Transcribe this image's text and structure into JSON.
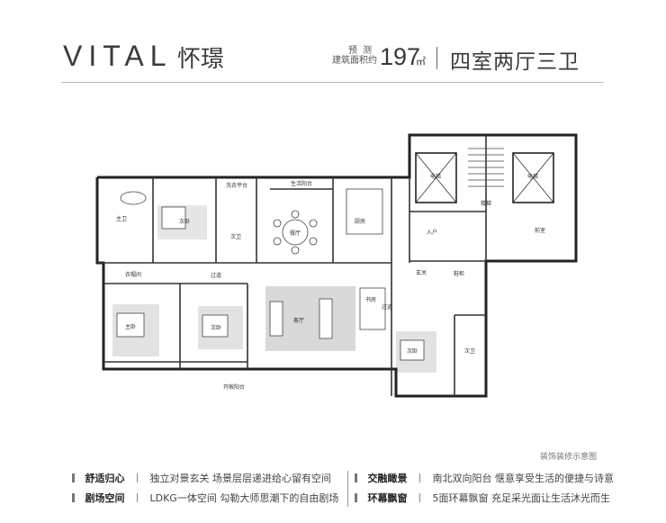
{
  "header": {
    "brand": "VITAL",
    "brand_cn": "怀璟",
    "area_label_line1": "预测",
    "area_label_line2": "建筑面积约",
    "area_value": "197",
    "area_unit": "㎡",
    "layout": "四室两厅三卫"
  },
  "rooms": {
    "master_bath": "主卫",
    "bedroom_top": "次卧",
    "bath_small": "次卫",
    "laundry": "洗衣平台",
    "living_balcony": "生活阳台",
    "kitchen": "厨房",
    "dining": "餐厅",
    "cloakroom": "衣帽间",
    "master_bedroom": "主卧",
    "hallway": "过道",
    "bedroom_mid": "次卧",
    "living_room": "客厅",
    "study": "书房",
    "foyer": "玄关",
    "entry_hall": "入户",
    "shoe_cabinet": "鞋柜",
    "elevator_left": "电梯",
    "elevator_right": "电梯",
    "stair": "楼梯",
    "public_hall": "前室",
    "bedroom_right": "次卧",
    "bath_right": "次卫",
    "open_balcony": "开敞阳台",
    "corridor": "过道"
  },
  "caption": "装饰装修示意图",
  "features": [
    {
      "title": "舒适归心",
      "desc": "独立对景玄关  场景层层递进给心留有空间"
    },
    {
      "title": "交融瞰景",
      "desc": "南北双向阳台  惬意享受生活的便捷与诗意"
    },
    {
      "title": "剧场空间",
      "desc": "LDKG一体空间  勾勒大师思潮下的自由剧场"
    },
    {
      "title": "环幕飘窗",
      "desc": "5面环幕飘窗  充足采光面让生活沐光而生"
    }
  ],
  "colors": {
    "wall": "#222222",
    "accent_gold": "#c9a24a",
    "floor_gray": "#d9d9d9"
  }
}
